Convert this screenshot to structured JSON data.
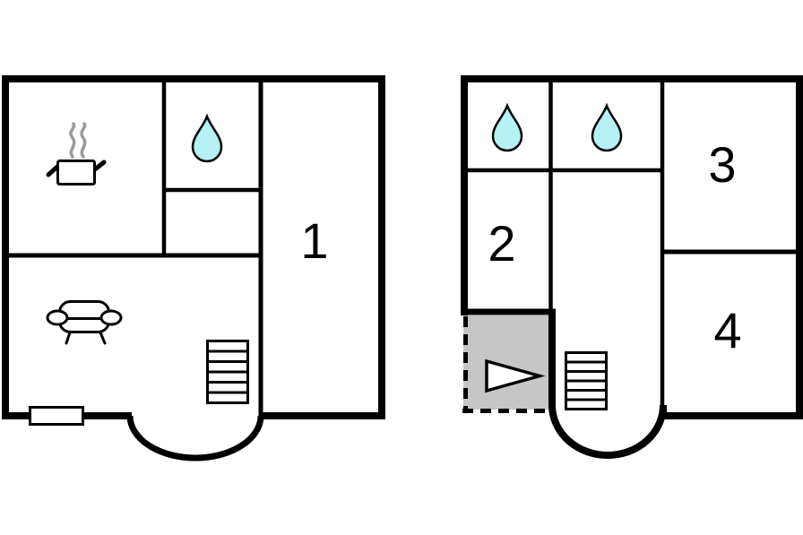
{
  "colors": {
    "wall": "#000000",
    "background": "#ffffff",
    "water_drop_fill": "#b5f1f4",
    "void_fill": "#c6c6c6",
    "steam": "#9a9a9a",
    "stairs_fill": "#ffffff",
    "window_fill": "#ffffff"
  },
  "left_plan": {
    "room_labels": {
      "room1": "1"
    },
    "icons": [
      "cooking-pot-icon",
      "steam-icon",
      "water-drop-icon",
      "sofa-icon",
      "stairs-icon",
      "window-marker",
      "entrance-arch"
    ]
  },
  "right_plan": {
    "room_labels": {
      "room2": "2",
      "room3": "3",
      "room4": "4"
    },
    "icons": [
      "water-drop-icon",
      "water-drop-icon",
      "stairs-icon",
      "void-arrow-icon",
      "stairwell-arch",
      "dashed-boundary"
    ]
  }
}
